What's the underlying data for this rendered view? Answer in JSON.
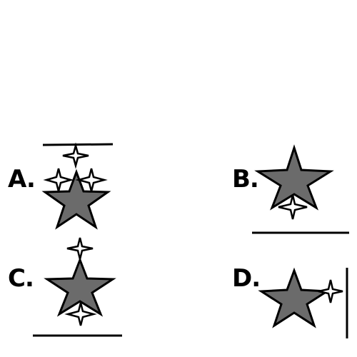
{
  "options": [
    {
      "id": "A",
      "label": "A."
    },
    {
      "id": "B",
      "label": "B."
    },
    {
      "id": "C",
      "label": "C."
    },
    {
      "id": "D",
      "label": "D."
    }
  ],
  "colors": {
    "background": "#ffffff",
    "star_fill": "#6b6b6b",
    "outline": "#000000",
    "sparkle_fill": "#ffffff"
  },
  "icons": {
    "big_star": "five-point-star-icon",
    "sparkle": "four-point-sparkle-icon",
    "line": "reference-line"
  }
}
